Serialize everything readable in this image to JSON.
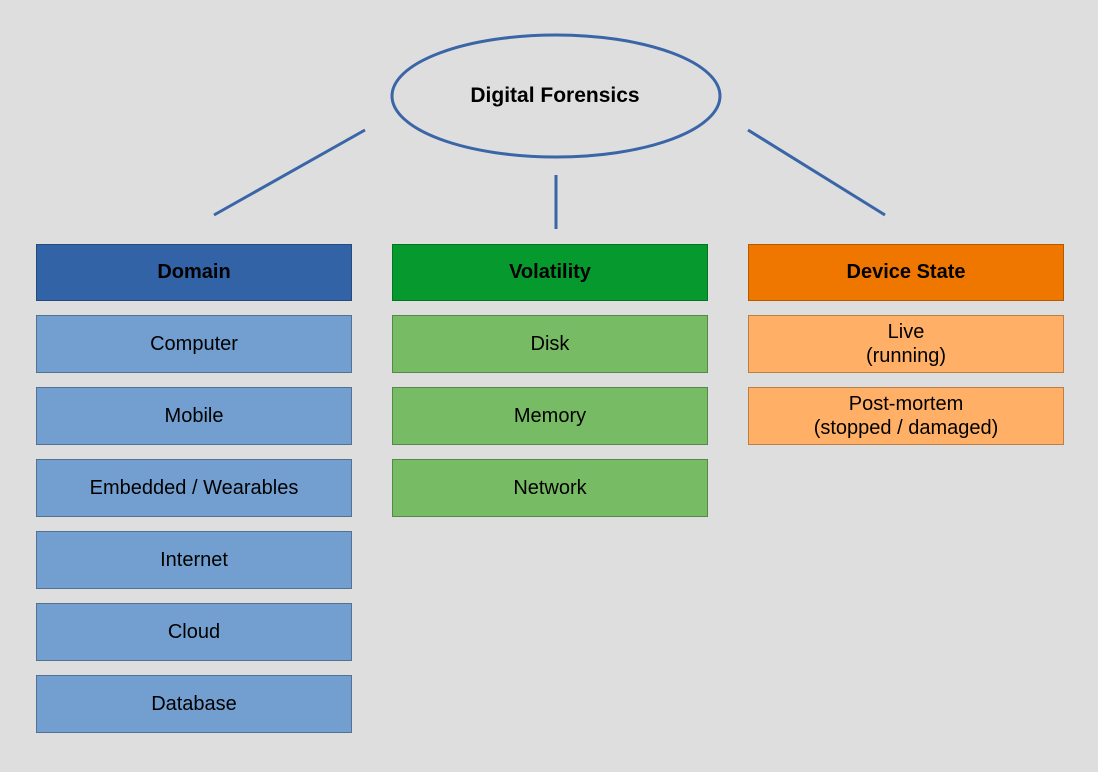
{
  "root": {
    "label": "Digital Forensics",
    "stroke_color": "#3a66a8"
  },
  "columns": [
    {
      "header": "Domain",
      "header_color": "#3263a6",
      "item_color": "#729fcf",
      "items": [
        "Computer",
        "Mobile",
        "Embedded / Wearables",
        "Internet",
        "Cloud",
        "Database"
      ]
    },
    {
      "header": "Volatility",
      "header_color": "#069a2e",
      "item_color": "#77bc65",
      "items": [
        "Disk",
        "Memory",
        "Network"
      ]
    },
    {
      "header": "Device State",
      "header_color": "#ef7700",
      "item_color": "#ffb066",
      "items": [
        "Live\n(running)",
        "Post-mortem\n(stopped / damaged)"
      ]
    }
  ],
  "background": "#dedede"
}
